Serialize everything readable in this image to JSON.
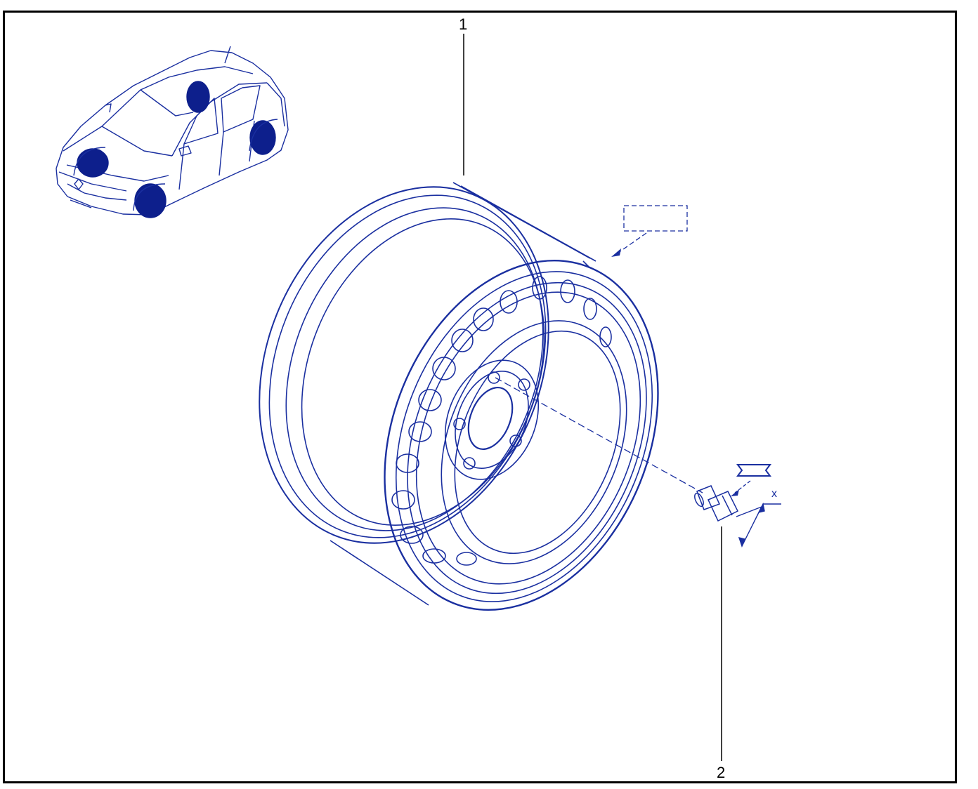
{
  "callouts": [
    {
      "label": "1"
    },
    {
      "label": "2"
    }
  ],
  "dimension_label": "x",
  "colors": {
    "line": "#1a2fa0",
    "highlight": "#0d1f8c",
    "frame": "#000000",
    "background": "#ffffff"
  },
  "icons": [
    "car-overview-icon",
    "wheel-rim",
    "wheel-bolt",
    "note-box-icon"
  ]
}
